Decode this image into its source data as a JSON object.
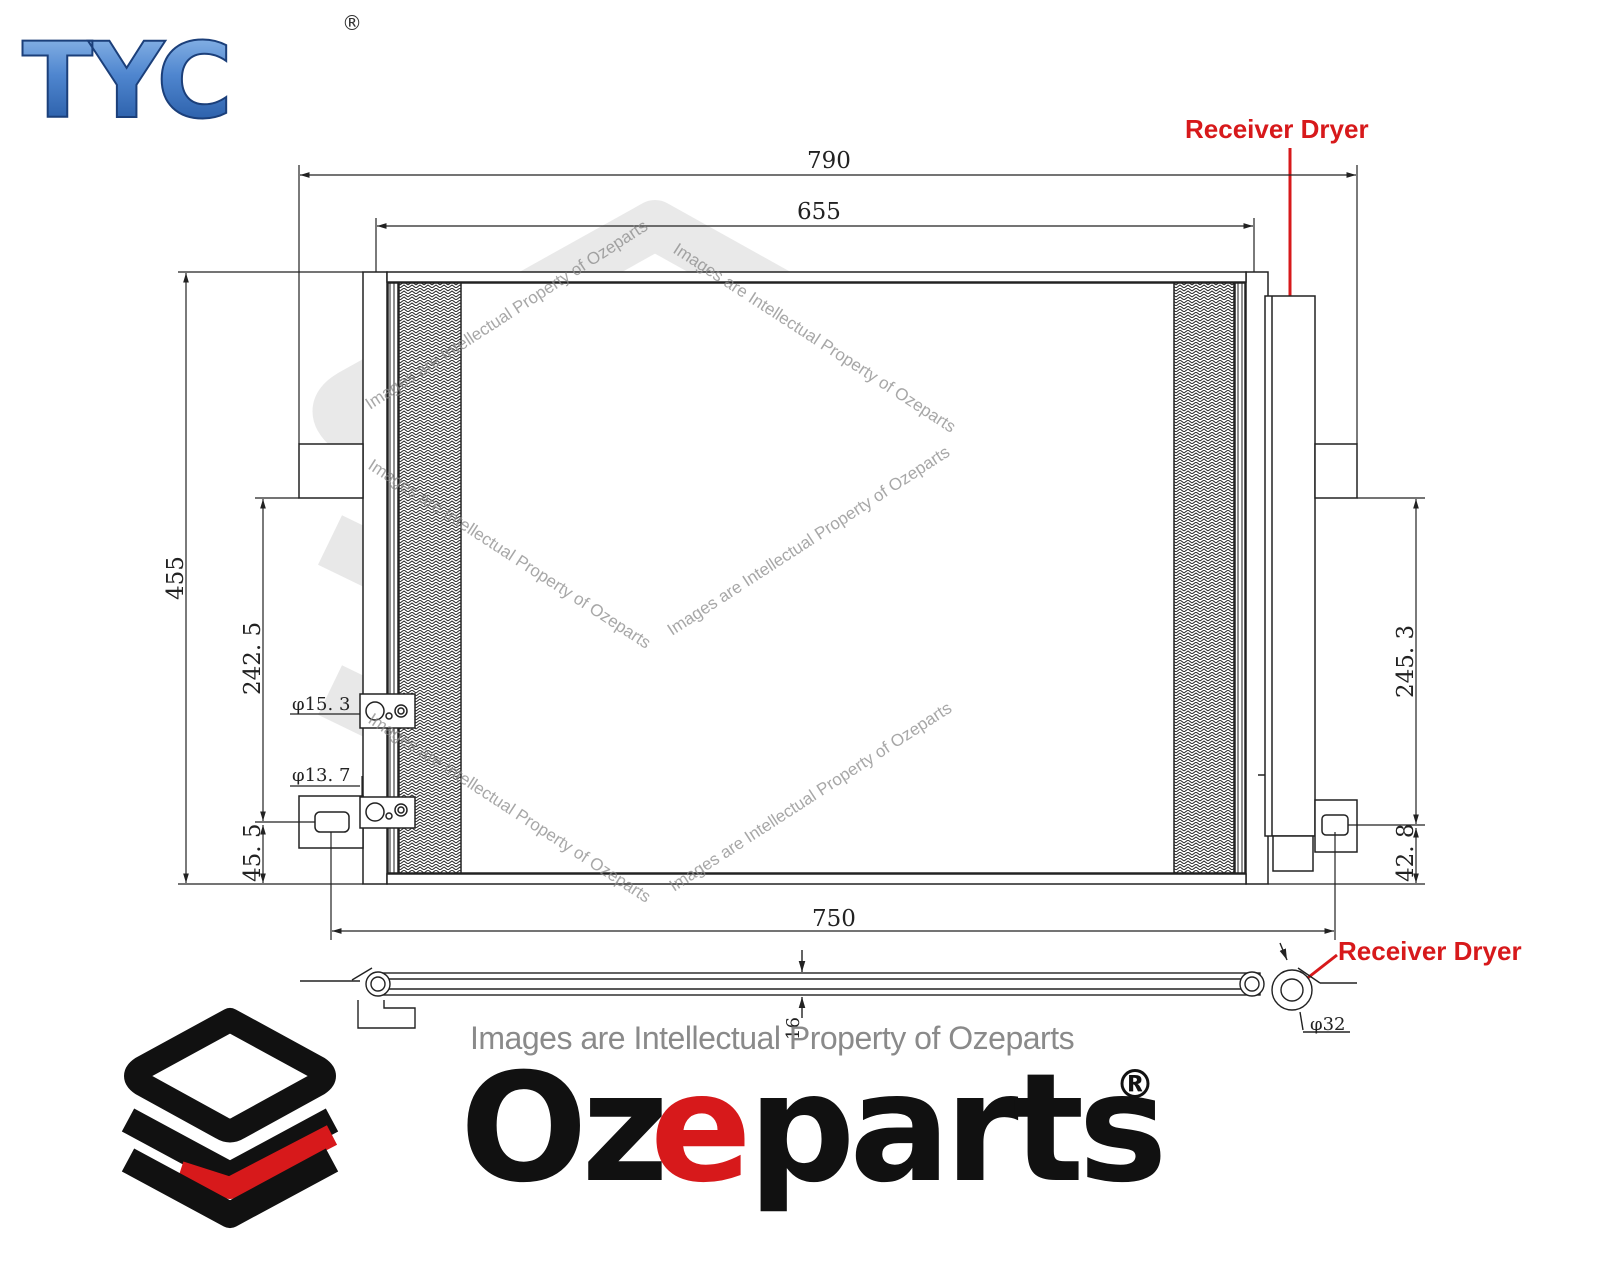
{
  "logos": {
    "tyc": "TYC",
    "tyc_registered": "®",
    "ozeparts_left": "Oz",
    "ozeparts_e": "e",
    "ozeparts_right": "parts",
    "ozeparts_registered": "®"
  },
  "callouts": {
    "receiver_dryer_top": "Receiver Dryer",
    "receiver_dryer_side": "Receiver Dryer"
  },
  "dimensions": {
    "overall_width": "790",
    "core_width": "655",
    "height": "455",
    "left_mount_height": "242. 5",
    "right_mount_height": "245. 3",
    "left_bottom_offset": "45. 5",
    "right_bottom_offset": "42. 8",
    "mount_spacing": "750",
    "pipe_upper_dia": "φ15. 3",
    "pipe_lower_dia": "φ13. 7",
    "dryer_dia": "φ32",
    "thickness": "16"
  },
  "watermark": {
    "text": "Images are Intellectual Property of Ozeparts",
    "tagline": "Images are Intellectual Property of Ozeparts"
  },
  "colors": {
    "brand_red": "#d7191b",
    "tyc_blue": "#2f66b3",
    "line": "#222222"
  }
}
